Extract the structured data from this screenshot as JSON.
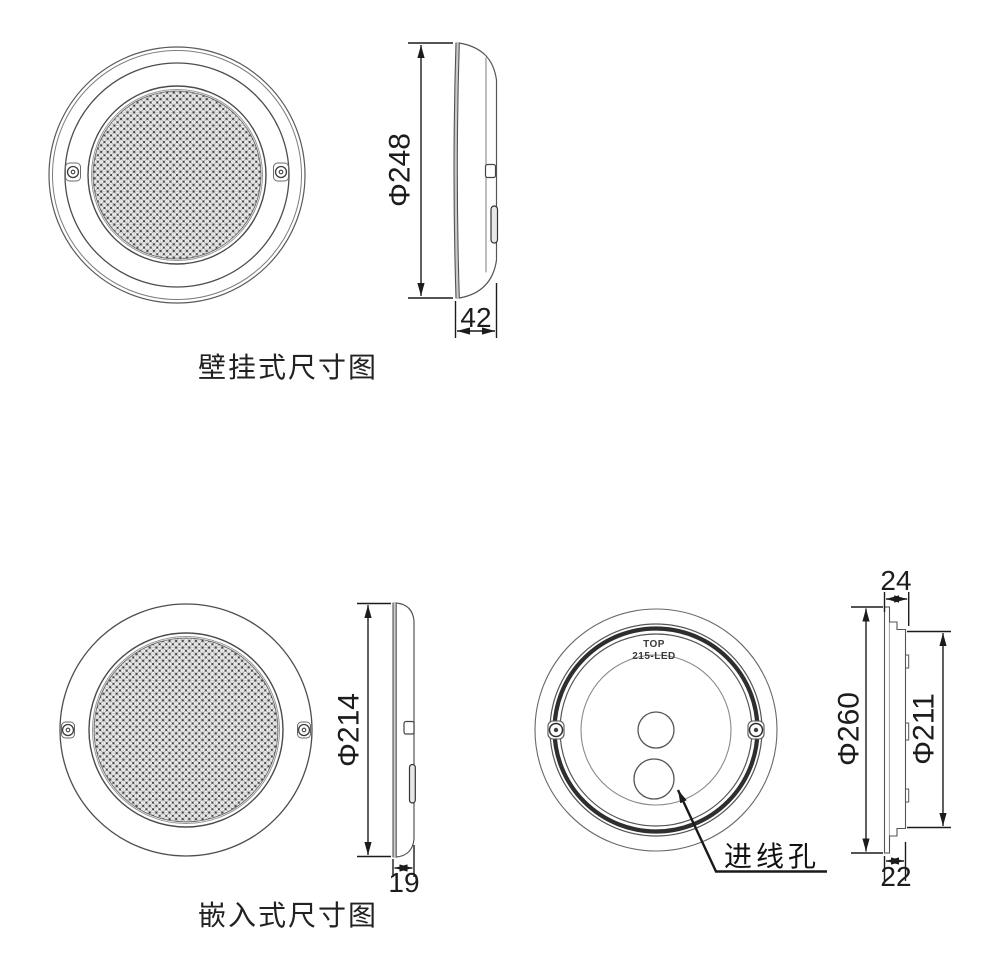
{
  "views": {
    "wall_mount": {
      "caption": "壁挂式尺寸图",
      "dimensions": {
        "diameter": "Φ248",
        "depth": "42"
      }
    },
    "recessed": {
      "caption": "嵌入式尺寸图",
      "dimensions": {
        "diameter": "Φ214",
        "depth": "19"
      }
    },
    "back": {
      "markings": {
        "line1": "TOP",
        "line2": "215-LED"
      },
      "wire_hole_label": "进线孔",
      "dimensions": {
        "top_width": "24",
        "outer_diameter": "Φ260",
        "inner_diameter": "Φ211",
        "bottom_width": "22"
      }
    }
  },
  "colors": {
    "outline": "#4d4d4d",
    "dimension": "#1c1c1c",
    "mesh_dot": "#3f3f3f",
    "background": "#ffffff"
  }
}
